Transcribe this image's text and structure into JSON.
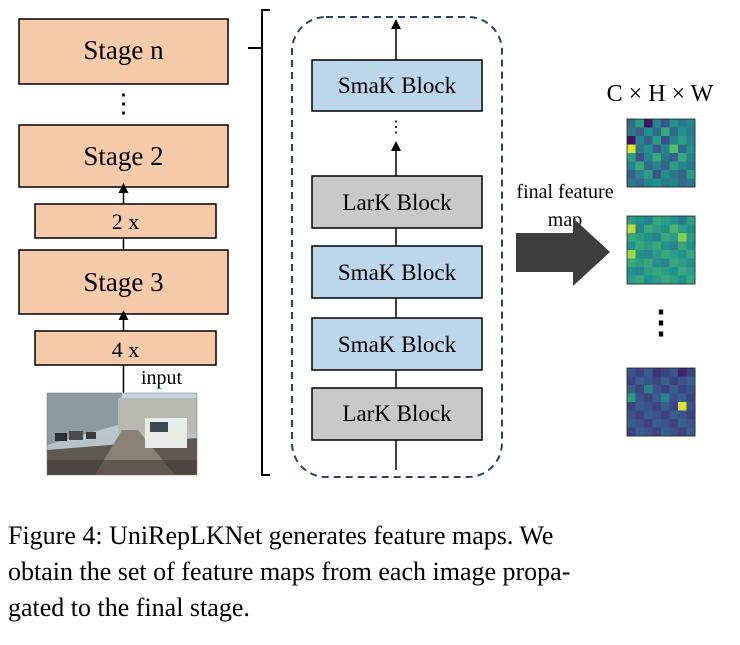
{
  "stages": {
    "stage_n": "Stage n",
    "dots": "⋮",
    "stage_2": "Stage 2",
    "mult_2": "2 x",
    "stage_3": "Stage 3",
    "mult_4": "4 x",
    "input_label": "input"
  },
  "blocks": {
    "top_smak": "SmaK Block",
    "dots": "⋮",
    "lark_1": "LarK Block",
    "smak_1": "SmaK Block",
    "smak_2": "SmaK Block",
    "lark_2": "LarK Block"
  },
  "output": {
    "arrow_label_1": "final feature",
    "arrow_label_2": "map",
    "dims": "C × H × W",
    "dots": "⋮"
  },
  "caption": {
    "line1": "Figure 4: UniRepLKNet generates feature maps. We",
    "line2": "obtain the set of feature maps from each image propa-",
    "line3": "gated to the final stage."
  },
  "colors": {
    "stage_fill": "#f7cbaa",
    "smak_fill": "#bcd6ec",
    "lark_fill": "#c9c9c9",
    "dashed_border": "#2e4266",
    "arrow_fill": "#3d3d3d"
  },
  "heatmaps": [
    [
      [
        0.35,
        0.55,
        0.05,
        0.45,
        0.25,
        0.5,
        0.4,
        0.45
      ],
      [
        0.4,
        0.3,
        0.5,
        0.35,
        0.6,
        0.35,
        0.5,
        0.4
      ],
      [
        0.05,
        0.45,
        0.3,
        0.55,
        0.25,
        0.45,
        0.55,
        0.45
      ],
      [
        0.95,
        0.4,
        0.5,
        0.3,
        0.45,
        0.7,
        0.35,
        0.5
      ],
      [
        0.55,
        0.25,
        0.45,
        0.6,
        0.4,
        0.3,
        0.6,
        0.45
      ],
      [
        0.45,
        0.6,
        0.35,
        0.45,
        0.3,
        0.55,
        0.45,
        0.4
      ],
      [
        0.3,
        0.45,
        0.55,
        0.25,
        0.5,
        0.4,
        0.3,
        0.55
      ],
      [
        0.4,
        0.35,
        0.45,
        0.5,
        0.4,
        0.45,
        0.35,
        0.4
      ]
    ],
    [
      [
        0.55,
        0.5,
        0.45,
        0.6,
        0.55,
        0.5,
        0.4,
        0.55
      ],
      [
        0.9,
        0.45,
        0.6,
        0.55,
        0.5,
        0.65,
        0.55,
        0.5
      ],
      [
        0.6,
        0.55,
        0.5,
        0.45,
        0.6,
        0.55,
        0.8,
        0.55
      ],
      [
        0.5,
        0.6,
        0.55,
        0.6,
        0.5,
        0.45,
        0.6,
        0.5
      ],
      [
        0.85,
        0.5,
        0.45,
        0.55,
        0.6,
        0.55,
        0.5,
        0.6
      ],
      [
        0.6,
        0.55,
        0.6,
        0.5,
        0.45,
        0.6,
        0.55,
        0.5
      ],
      [
        0.5,
        0.45,
        0.55,
        0.6,
        0.55,
        0.5,
        0.6,
        0.55
      ],
      [
        0.55,
        0.6,
        0.5,
        0.55,
        0.6,
        0.55,
        0.5,
        0.6
      ]
    ],
    [
      [
        0.25,
        0.2,
        0.3,
        0.15,
        0.2,
        0.25,
        0.1,
        0.2
      ],
      [
        0.2,
        0.3,
        0.25,
        0.2,
        0.3,
        0.2,
        0.25,
        0.3
      ],
      [
        0.3,
        0.2,
        0.45,
        0.25,
        0.2,
        0.3,
        0.2,
        0.25
      ],
      [
        0.55,
        0.25,
        0.2,
        0.3,
        0.45,
        0.25,
        0.3,
        0.2
      ],
      [
        0.2,
        0.3,
        0.25,
        0.2,
        0.3,
        0.2,
        0.95,
        0.25
      ],
      [
        0.25,
        0.2,
        0.3,
        0.25,
        0.2,
        0.3,
        0.25,
        0.2
      ],
      [
        0.3,
        0.25,
        0.2,
        0.3,
        0.25,
        0.2,
        0.3,
        0.25
      ],
      [
        0.2,
        0.3,
        0.25,
        0.2,
        0.3,
        0.25,
        0.2,
        0.3
      ]
    ]
  ]
}
